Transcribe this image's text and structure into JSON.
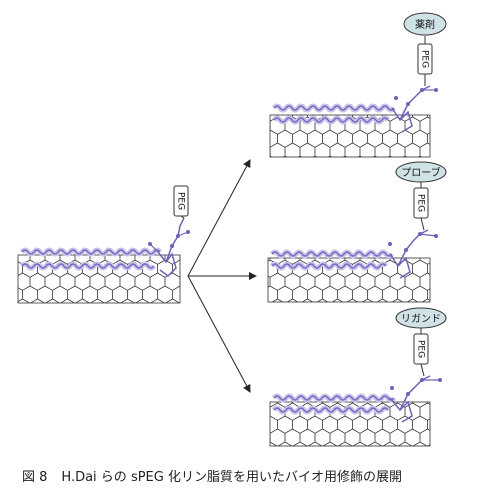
{
  "figure": {
    "peg_label": "PEG",
    "labels": {
      "top": "薬剤",
      "middle": "プローブ",
      "bottom": "リガンド"
    },
    "colors": {
      "lipid": "#6e62b8",
      "lipid_glow": "#c8c1ea",
      "tube": "#333333",
      "label_fill": "#cfe3e6"
    }
  },
  "caption": {
    "number": "図 8",
    "text": "H.Dai らの sPEG 化リン脂質を用いたバイオ用修飾の展開"
  }
}
